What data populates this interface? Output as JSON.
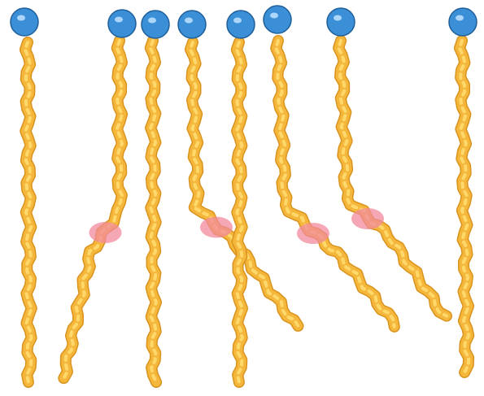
{
  "colors": {
    "head_fill": "#3a8fd6",
    "head_highlight": "#bfe3ff",
    "head_edge": "#1f5f9a",
    "tail_fill": "#f4b73b",
    "tail_light": "#ffd86b",
    "tail_dark": "#d9921d",
    "kink": "#f28a9c",
    "background": "#ffffff"
  },
  "molecules": [
    {
      "name": "saturated-straight-1",
      "kinked": false
    },
    {
      "name": "unsaturated-kinked-left",
      "kinked": true
    },
    {
      "name": "saturated-straight-2",
      "kinked": false
    },
    {
      "name": "unsaturated-kinked-right-1",
      "kinked": true
    },
    {
      "name": "saturated-straight-3",
      "kinked": false
    },
    {
      "name": "unsaturated-kinked-right-2",
      "kinked": true
    },
    {
      "name": "unsaturated-kinked-right-3",
      "kinked": true
    },
    {
      "name": "saturated-straight-4",
      "kinked": false
    }
  ]
}
